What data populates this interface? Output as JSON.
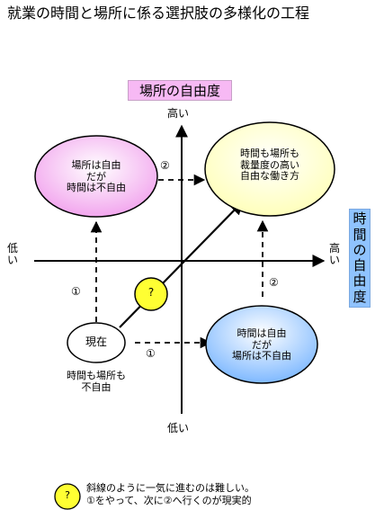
{
  "title": "就業の時間と場所に係る選択肢の多様化の工程",
  "axis_labels": {
    "place_freedom": "場所の自由度",
    "time_freedom": [
      "時",
      "間",
      "の",
      "自",
      "由",
      "度"
    ],
    "top": "高い",
    "bottom": "低い",
    "right": [
      "高",
      "い"
    ],
    "left": [
      "低",
      "い"
    ]
  },
  "nodes": {
    "place_free": [
      "場所は自由",
      "だが",
      "時間は不自由"
    ],
    "both_free": [
      "時間も場所も",
      "裁量度の高い",
      "自由な働き方"
    ],
    "current": "現在",
    "current_caption": [
      "時間も場所も",
      "不自由"
    ],
    "time_free": [
      "時間は自由",
      "だが",
      "場所は不自由"
    ]
  },
  "step_labels": {
    "step1_up": "①",
    "step1_right": "①",
    "step2_right": "②",
    "step2_up": "②"
  },
  "question_mark": "?",
  "note": {
    "badge": "?",
    "lines": [
      "斜線のように一気に進むのは難しい。",
      "①をやって、次に②へ行くのが現実的"
    ]
  },
  "colors": {
    "pink_fill": "#f7b0f2",
    "yellow_fill": "#ffffcc",
    "blue_fill": "#8cc2ff",
    "question_fill": "#ffff33",
    "label_pink": "#f7b9f4",
    "label_blue": "#8fc3ff"
  }
}
